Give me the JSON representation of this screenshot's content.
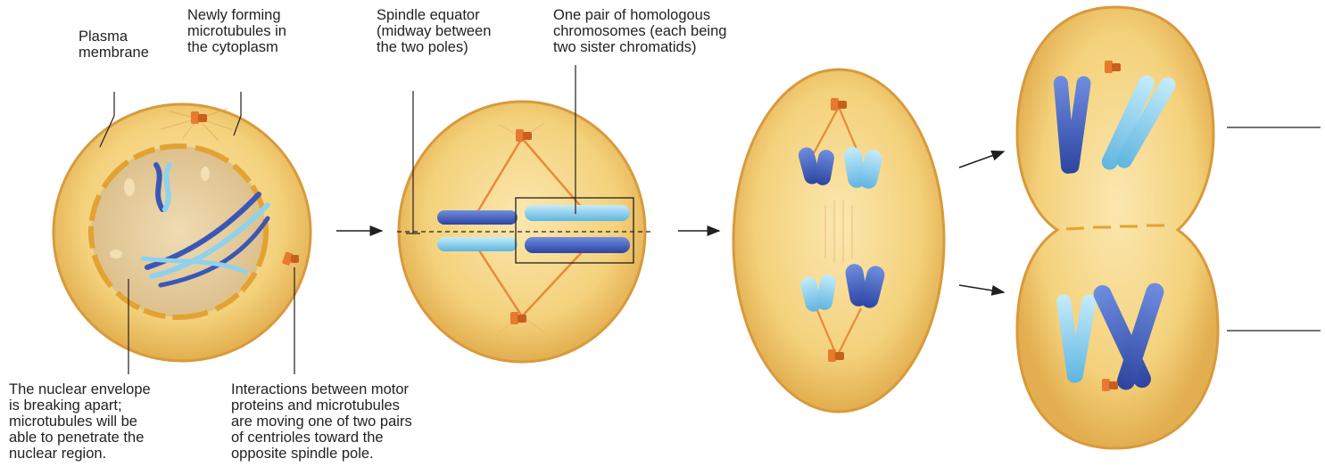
{
  "labels": {
    "plasma_membrane": [
      "Plasma",
      "membrane"
    ],
    "newly_forming": [
      "Newly forming",
      "microtubules in",
      "the cytoplasm"
    ],
    "spindle_equator": [
      "Spindle equator",
      "(midway between",
      "the two poles)"
    ],
    "homologous_pair": [
      "One pair of homologous",
      "chromosomes (each being",
      "two sister chromatids)"
    ],
    "nuclear_envelope": [
      "The nuclear envelope",
      "is breaking apart;",
      "microtubules will be",
      "able to penetrate the",
      "nuclear region."
    ],
    "motor_proteins": [
      "Interactions between motor",
      "proteins and microtubules",
      "are moving one of two pairs",
      "of centrioles toward the",
      "opposite spindle pole."
    ]
  },
  "colors": {
    "cell_fill": "#f2cd6d",
    "cell_rim": "#e0a94a",
    "nucleus_fill": "#e3c896",
    "centriole": "#e87a2e",
    "chromosome_dark": "#3a57b5",
    "chromosome_light": "#8fd1ee",
    "microtubule": "#e8893a"
  }
}
